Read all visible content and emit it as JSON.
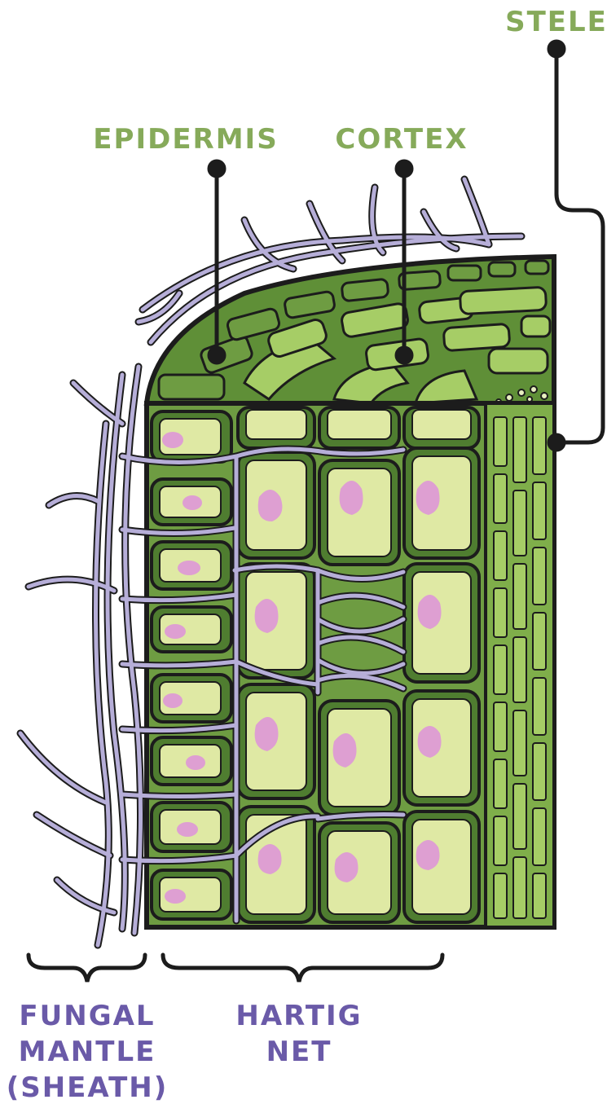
{
  "labels": {
    "stele": "STELE",
    "epidermis": "EPIDERMIS",
    "cortex": "CORTEX",
    "fungal_mantle": [
      "FUNGAL",
      "MANTLE",
      "(SHEATH)"
    ],
    "hartig_net": [
      "HARTIG",
      "NET"
    ]
  },
  "colors": {
    "green_label": "#86aa5a",
    "purple_label": "#6a5aa8",
    "hyphae": "#b6aed8",
    "cell_fill": "#dfe9a4",
    "cell_wall": "#4f7d30",
    "tissue_dark": "#6e9c42",
    "stele_fill": "#7fae4a",
    "nucleus": "#de9fd2",
    "outline": "#1c1c1c"
  }
}
